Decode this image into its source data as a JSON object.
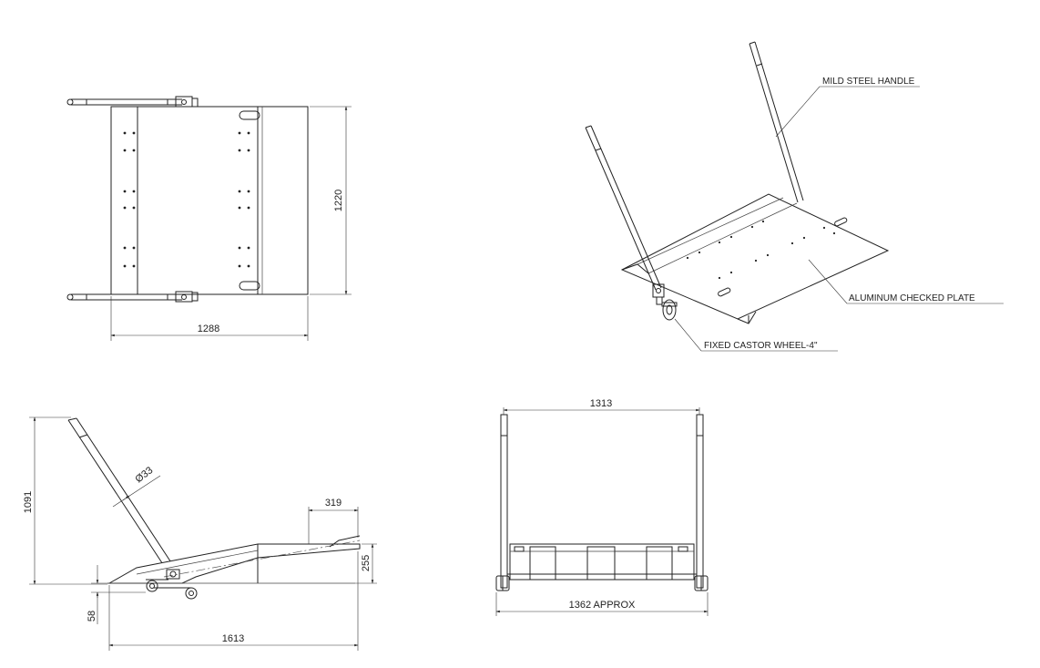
{
  "dimensions": {
    "top_height": "1220",
    "top_width": "1288",
    "side_handle_height": "1091",
    "side_tube_dia": "Ø33",
    "side_flap": "319",
    "side_tail_height": "255",
    "side_toe_height": "58",
    "side_length": "1613",
    "front_inner_width": "1313",
    "front_overall_width": "1362 APPROX"
  },
  "callouts": {
    "handle": "MILD STEEL HANDLE",
    "plate": "ALUMINUM CHECKED PLATE",
    "wheel": "FIXED CASTOR WHEEL-4\""
  }
}
